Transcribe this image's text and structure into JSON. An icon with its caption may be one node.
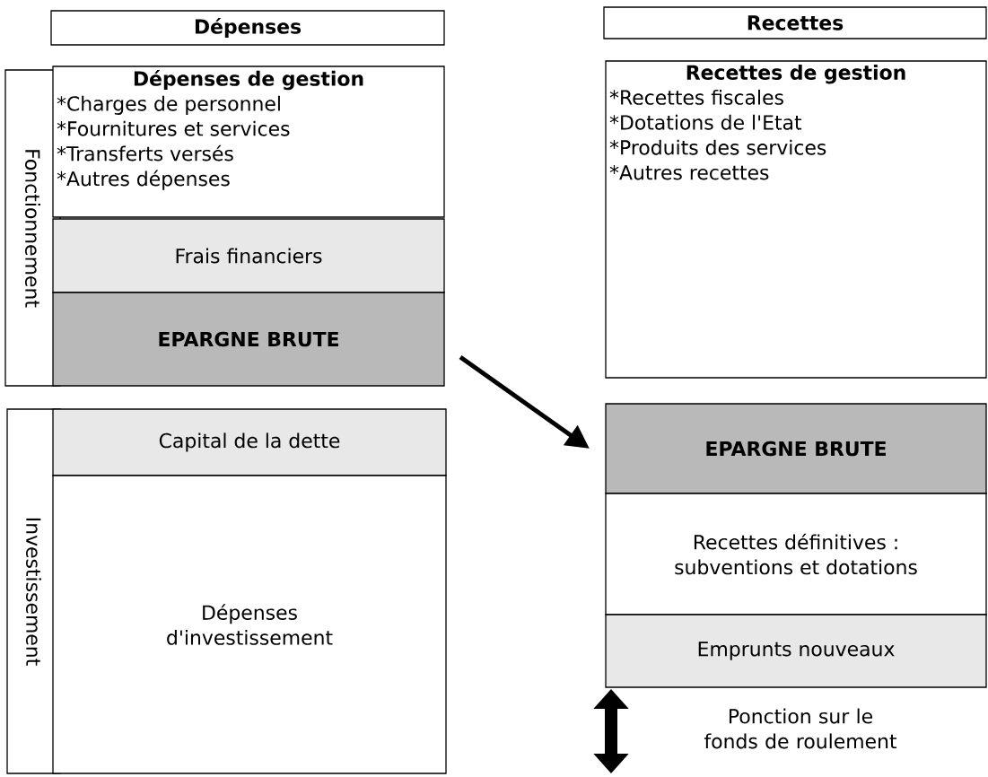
{
  "diagram": {
    "nodes": [
      {
        "text": [
          "Dépenses"
        ]
      },
      {
        "text": [
          "Recettes"
        ]
      },
      {
        "text": [
          "Fonctionnement"
        ]
      },
      {
        "text": [
          "Dépenses de gestion",
          "*Charges de personnel",
          "*Fournitures et services",
          "*Transferts versés",
          "*Autres dépenses"
        ]
      },
      {
        "text": [
          "Frais financiers"
        ]
      },
      {
        "text": [
          "EPARGNE BRUTE"
        ]
      },
      {
        "text": [
          "Investissement"
        ]
      },
      {
        "text": [
          "Capital de la dette"
        ]
      },
      {
        "text": [
          "Dépenses d'investissement"
        ]
      },
      {
        "text": [
          "Recettes de gestion",
          "*Recettes fiscales",
          "*Dotations de l'Etat",
          "*Produits des services",
          "*Autres recettes"
        ]
      },
      {
        "text": [
          "EPARGNE BRUTE"
        ]
      },
      {
        "text": [
          "Recettes définitives : subventions et dotations"
        ]
      },
      {
        "text": [
          "Emprunts nouveaux"
        ]
      }
    ],
    "edges": [
      {
        "from": 5,
        "to": 10,
        "arrow": "to"
      }
    ],
    "labels": [
      "Ponction sur le fonds de roulement"
    ]
  }
}
